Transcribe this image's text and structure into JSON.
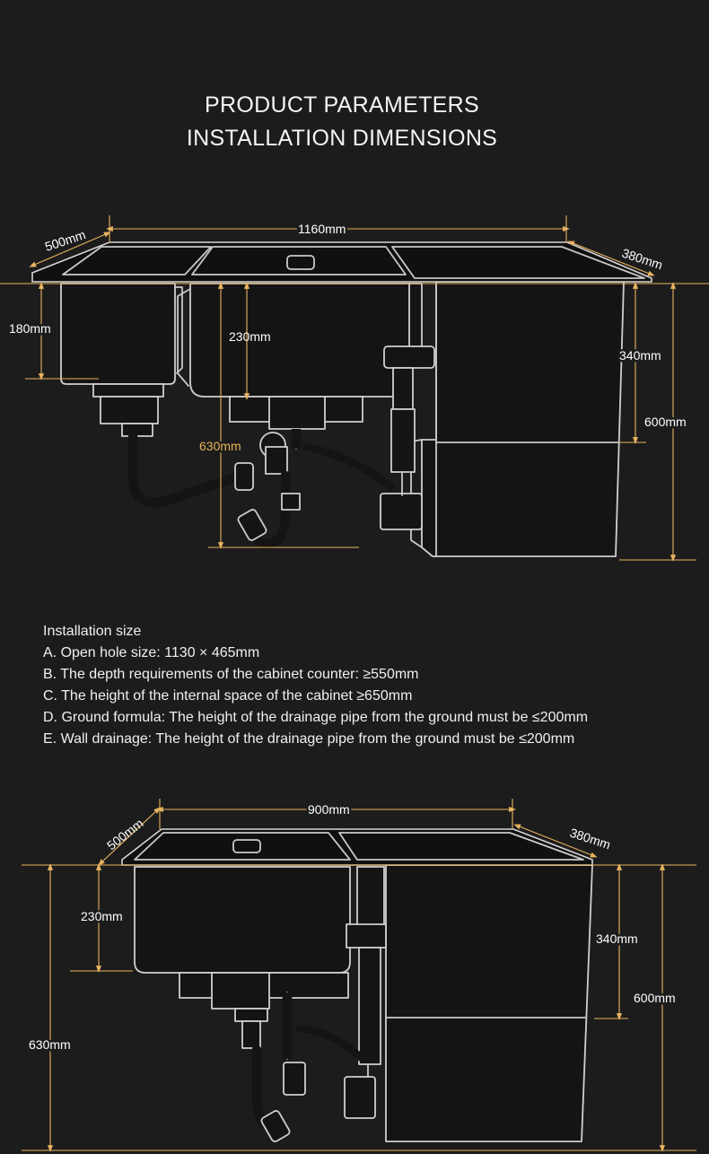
{
  "header": {
    "title_line1": "PRODUCT PARAMETERS",
    "title_line2": "INSTALLATION DIMENSIONS"
  },
  "diagram1": {
    "width": "1160mm",
    "depth": "500mm",
    "side_depth": "380mm",
    "small_bowl_depth": "180mm",
    "bowl_depth": "230mm",
    "total_height": "630mm",
    "cabinet_upper": "340mm",
    "cabinet_total": "600mm"
  },
  "install": {
    "heading": "Installation size",
    "items": [
      "A. Open hole size: 1130 × 465mm",
      "B. The depth requirements of the cabinet counter: ≥550mm",
      "C. The height of the internal space of the cabinet ≥650mm",
      "D. Ground formula: The height of the drainage pipe from the ground must be ≤200mm",
      "E. Wall drainage: The height of the drainage pipe from the ground must be ≤200mm"
    ]
  },
  "diagram2": {
    "width": "900mm",
    "depth": "500mm",
    "side_depth": "380mm",
    "bowl_depth": "230mm",
    "total_height": "630mm",
    "cabinet_upper": "340mm",
    "cabinet_total": "600mm"
  },
  "colors": {
    "background": "#1c1c1c",
    "accent_gold": "#e8b360",
    "line": "#c9c9c9"
  }
}
